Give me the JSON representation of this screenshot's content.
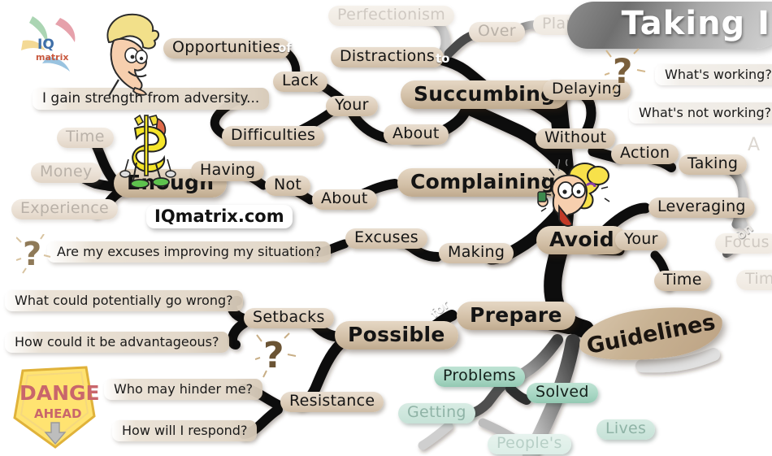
{
  "title": {
    "text": "Taking I"
  },
  "watermark": {
    "text": "IQmatrix.com"
  },
  "logo": {
    "line1": "IQ",
    "line2": "matrix",
    "name": "iqmatrix-logo"
  },
  "center": {
    "label": "Guidelines"
  },
  "questions_right": {
    "q1": "What's working?",
    "q2": "What's not working?"
  },
  "danger_sign": {
    "line1": "DANGER",
    "line2": "AHEAD"
  },
  "nodes": [
    {
      "id": "opportunities",
      "label": "Opportunities"
    },
    {
      "id": "of",
      "label": "of"
    },
    {
      "id": "lack",
      "label": "Lack"
    },
    {
      "id": "your_top",
      "label": "Your"
    },
    {
      "id": "difficulties",
      "label": "Difficulties"
    },
    {
      "id": "perfectionism",
      "label": "Perfectionism"
    },
    {
      "id": "distractions",
      "label": "Distractions"
    },
    {
      "id": "to",
      "label": "to"
    },
    {
      "id": "over",
      "label": "Over"
    },
    {
      "id": "planning",
      "label": "Planning"
    },
    {
      "id": "succumbing",
      "label": "Succumbing"
    },
    {
      "id": "about_top",
      "label": "About"
    },
    {
      "id": "complaining",
      "label": "Complaining"
    },
    {
      "id": "time_left",
      "label": "Time"
    },
    {
      "id": "money",
      "label": "Money"
    },
    {
      "id": "experience",
      "label": "Experience"
    },
    {
      "id": "enough",
      "label": "Enough"
    },
    {
      "id": "having",
      "label": "Having"
    },
    {
      "id": "not",
      "label": "Not"
    },
    {
      "id": "about_mid",
      "label": "About"
    },
    {
      "id": "excuses",
      "label": "Excuses"
    },
    {
      "id": "making",
      "label": "Making"
    },
    {
      "id": "delaying",
      "label": "Delaying"
    },
    {
      "id": "without",
      "label": "Without"
    },
    {
      "id": "avoid",
      "label": "Avoid"
    },
    {
      "id": "action",
      "label": "Action"
    },
    {
      "id": "taking",
      "label": "Taking"
    },
    {
      "id": "leveraging",
      "label": "Leveraging"
    },
    {
      "id": "your_right",
      "label": "Your"
    },
    {
      "id": "time_right",
      "label": "Time"
    },
    {
      "id": "on",
      "label": "on"
    },
    {
      "id": "focus",
      "label": "Focus"
    },
    {
      "id": "setbacks",
      "label": "Setbacks"
    },
    {
      "id": "possible",
      "label": "Possible"
    },
    {
      "id": "for",
      "label": "for"
    },
    {
      "id": "prepare",
      "label": "Prepare"
    },
    {
      "id": "resistance",
      "label": "Resistance"
    },
    {
      "id": "problems",
      "label": "Problems"
    },
    {
      "id": "getting",
      "label": "Getting"
    },
    {
      "id": "solved",
      "label": "Solved"
    },
    {
      "id": "peoples",
      "label": "People's"
    },
    {
      "id": "lives",
      "label": "Lives"
    },
    {
      "id": "time_edge",
      "label": "Time"
    }
  ],
  "statements": [
    {
      "id": "affirmation",
      "text": "I gain strength from adversity..."
    },
    {
      "id": "excuses_q",
      "text": "Are my excuses improving my situation?"
    },
    {
      "id": "wrong_q",
      "text": "What could potentially go wrong?"
    },
    {
      "id": "advantage_q",
      "text": "How could it be advantageous?"
    },
    {
      "id": "hinder_q",
      "text": "Who may hinder me?"
    },
    {
      "id": "respond_q",
      "text": "How will I respond?"
    }
  ],
  "colors": {
    "node_fill": "#ddcdb9",
    "node_fill_green": "#a7d6c3",
    "branch": "#111111",
    "center_fill": "#c8b293",
    "title_banner": "#8d8d8d",
    "danger_yellow": "#ffe680",
    "danger_red": "#d65a5a"
  }
}
